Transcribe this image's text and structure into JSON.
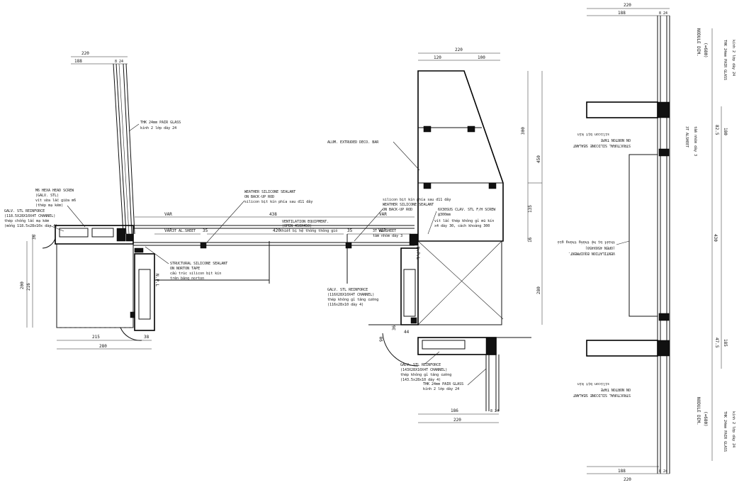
{
  "dims": {
    "d220": "220",
    "d188": "188",
    "d824": "8 24",
    "d120": "120",
    "d100": "100",
    "d300": "300",
    "d450": "450",
    "d135": "135",
    "d280": "280",
    "d215": "215",
    "d200": "200",
    "d216": "216",
    "d38": "38",
    "d36": "36",
    "d438": "438",
    "d35": "35",
    "d420": "420",
    "d40": "40",
    "d44": "44",
    "d90": "90",
    "d186": "186",
    "d12": "12",
    "d16": "16",
    "d825": "82.5",
    "d180": "180",
    "d430": "430",
    "d475": "47.5",
    "d185": "185",
    "var": "VAR",
    "npl": "N.P.L"
  },
  "labels": {
    "pair_glass_en": "THK 24mm PAIR GLASS",
    "pair_glass_vi": "kính 2 lớp dày 24",
    "hex_head_en": "M6 HEXA HEAD SCREW",
    "hex_head_en2": "(GALV. STL)",
    "hex_head_vi": "vít vừa lắc giữa m6",
    "hex_head_vi2": "(thép mạ kẽm)",
    "galv_reinf_en": "GALV. STL REINFORCE",
    "galv_reinf_en2": "(118.5X28X10X4T CHANNEL)",
    "galv_reinf_vi": "thép chống lắc mạ kẽm",
    "galv_reinf_vi2": "(mống 118.5x28x10x dày 4)",
    "weather_seal_en": "WEATHER SILICONE SEALANT",
    "weather_seal_en2": "ON BACK-UP ROD",
    "weather_seal_vi": "silicon bịt kín phía sau d11 dây",
    "structural_seal_en": "STRUCTURAL SILICONE SEALANT",
    "structural_seal_en2": "ON NORTON TAPE",
    "structural_seal_vi": "cấu trúc silicon bịt kín",
    "structural_seal_vi2": "trên băng norton",
    "sheet_3t": "3T AL.SHEET",
    "vent_en": "VENTILATION EQUIPMENT.",
    "vent_en2": "(OPEN 450X450)",
    "vent_vi": "thiết bị hệ thống thông gió",
    "alum_bar": "ALUM. EXTRUDED DECO. BAR",
    "weather_seal_r_vi": "silicon bịt kín phía sau d11 dây",
    "weather_seal_r_en": "WEATHER SILICONE SEALANT",
    "weather_seal_r_en2": "ON BACK-UP ROD",
    "sheet_3t_r": "3T AL.SHEET",
    "sheet_3t_r_vi": "tấm nhôm dày 3",
    "screw_en": "6X30SUS CLAV. STL F/H SCREW",
    "screw_en2": "@300mm",
    "screw_vi": "vít lắc thép không gỉ mũ kín",
    "screw_vi2": "x4 dày 30, cách khoảng 300",
    "galv_r_en": "GALV. STL REINFORCE",
    "galv_r_en2": "(116X28X10X4T CHANNEL)",
    "galv_r_vi": "thép không gỉ tăng cường",
    "galv_r_vi2": "(116x28x10 dày 4)",
    "galv_b_en": "GALV. STL REINFORCE",
    "galv_b_en2": "(143X28X10X4T CHANNEL)",
    "galv_b_vi": "thép không gỉ tăng cường",
    "galv_b_vi2": "(143.5x28x10 dày 4)",
    "pair_glass_b_en": "THK 24mm PAIR GLASS",
    "pair_glass_b_vi": "kính 2 lớp dày 24",
    "rot_nodule_top": "NODULE DIM.",
    "rot_nodule_top2": "(=680)",
    "rot_nodule_bot": "NODULE DIM.",
    "rot_nodule_bot2": "(=680)",
    "rot_pair_glass_top": "THK 24mm PAIR GLASS",
    "rot_pair_glass_vi_top": "kính 2 lớp dày 24",
    "rot_structural_en": "STRUCTURAL SILICONE SEALANT",
    "rot_structural_en2": "ON NORTON TAPE",
    "rot_structural_vi": "silicon bịt kín",
    "rot_sheet": "3T ALSHEET",
    "rot_sheet_vi": "tấm nhôm dày 3",
    "rot_vent_en": "VENTILATION EQUIPMENT.",
    "rot_vent_en2": "(OPEN 450X450)",
    "rot_vent_vi": "thiết bị hệ thống thông gió",
    "rot_pair_glass_bot": "THK 24mm PAIR GLASS",
    "rot_pair_glass_vi_bot": "kính 2 lớp dày 24"
  }
}
